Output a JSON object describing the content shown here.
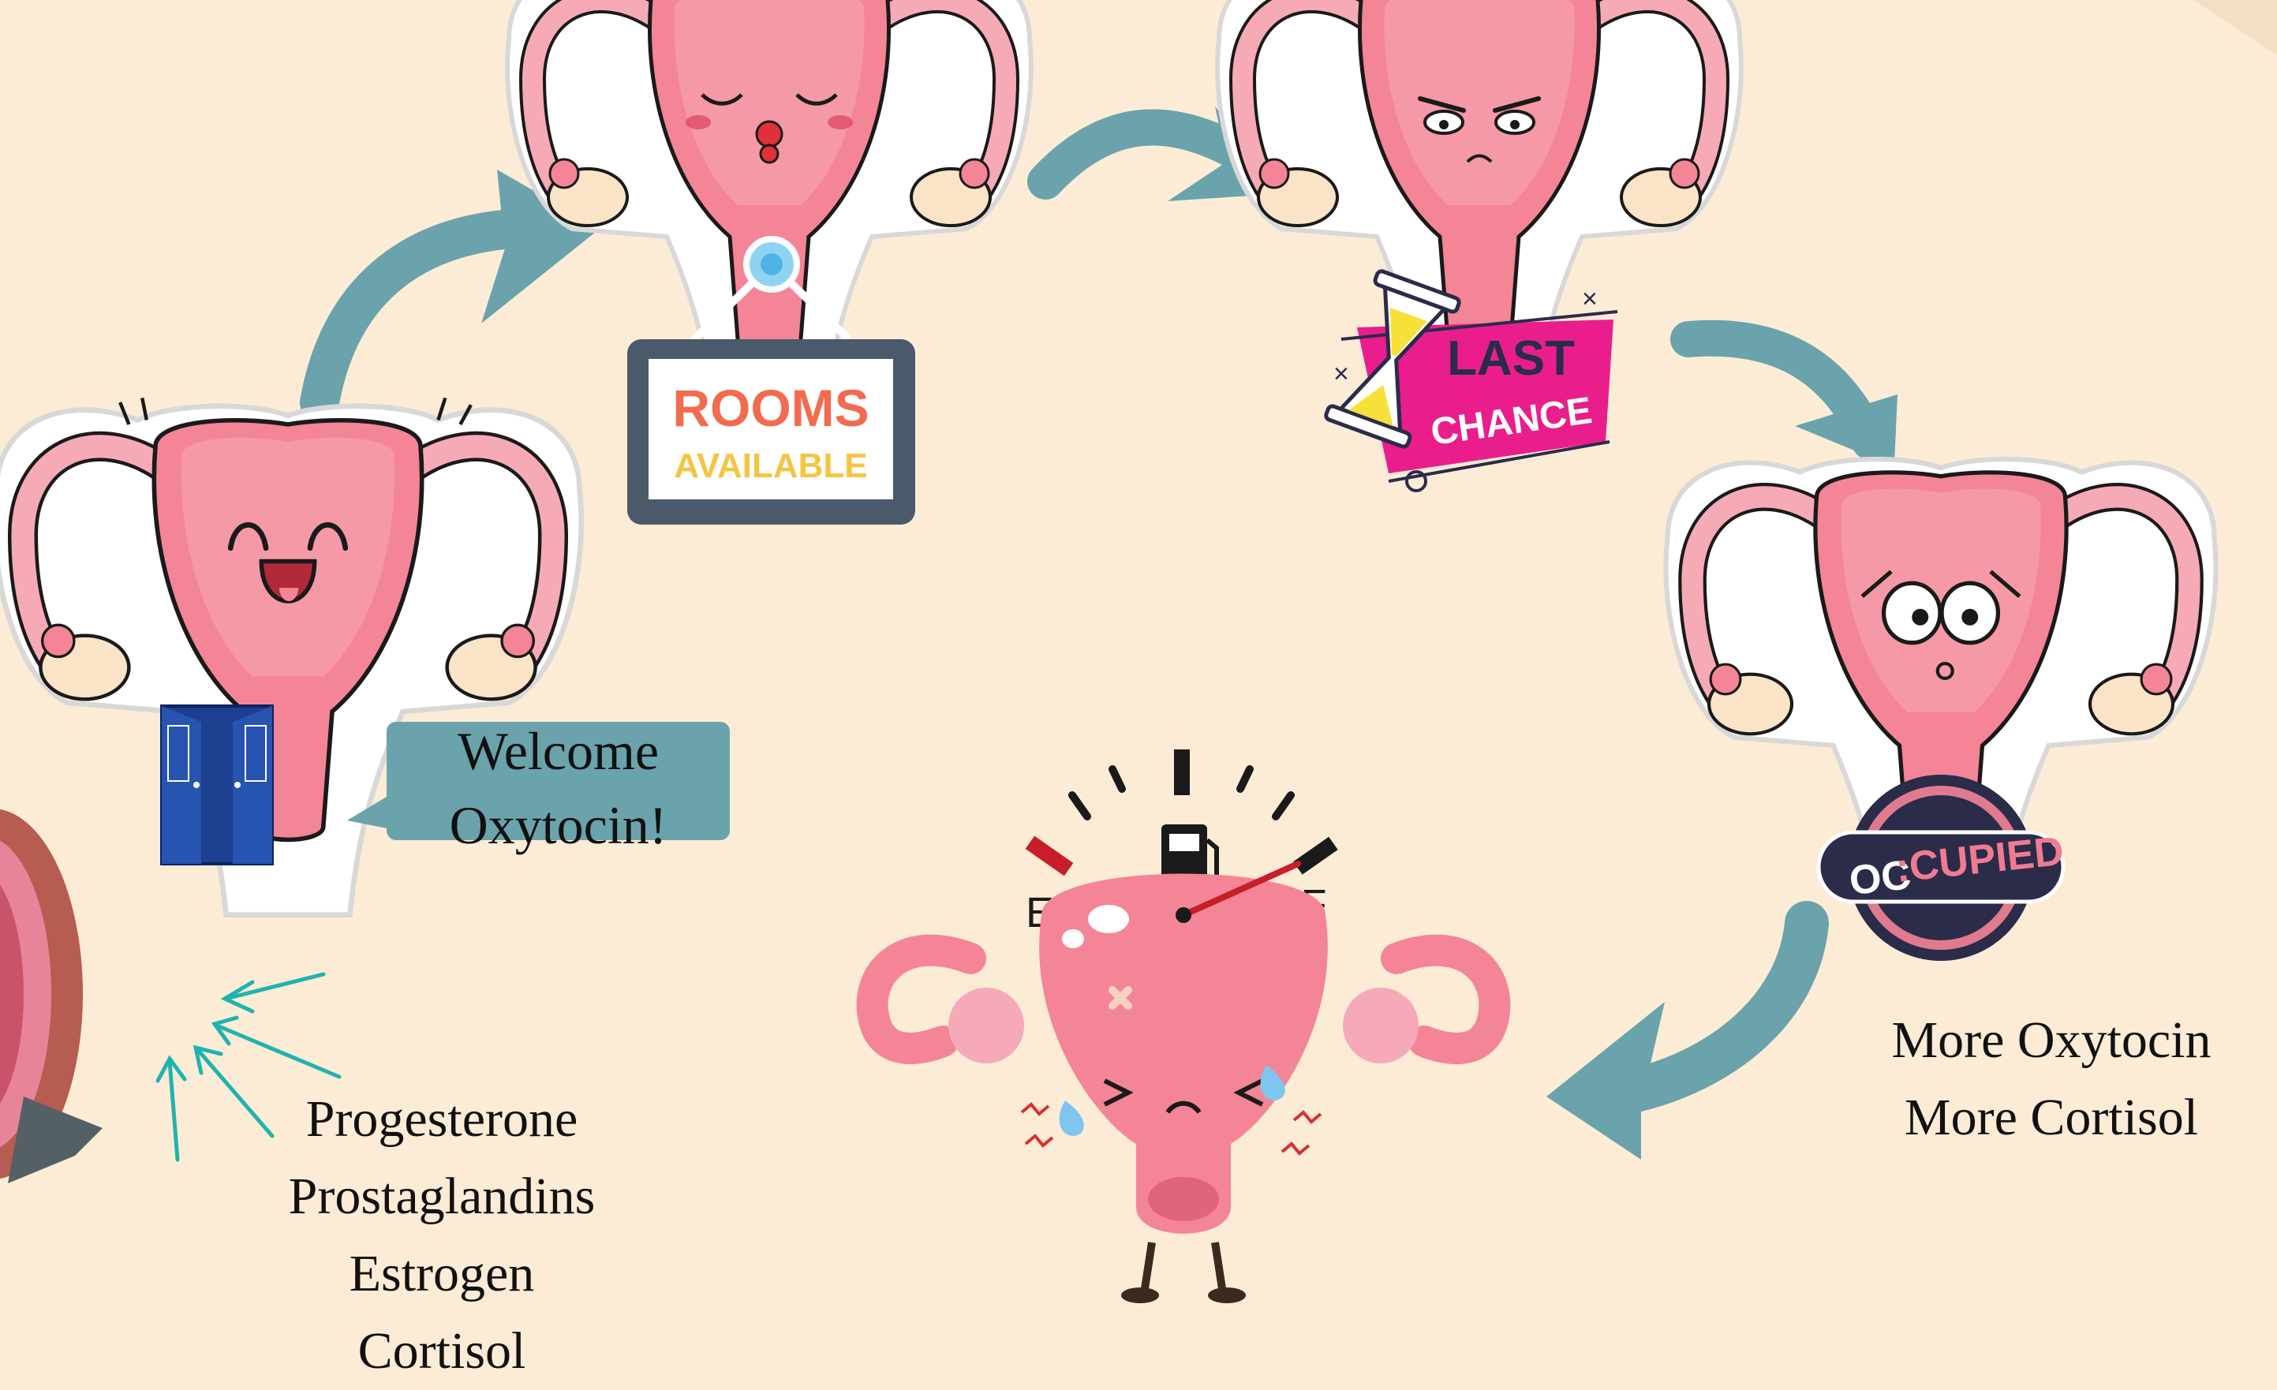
{
  "stages": {
    "welcome": {
      "caption": [
        "Welcome",
        "Oxytocin!"
      ]
    },
    "rooms_sign": {
      "line1": "ROOMS",
      "line2": "AVAILABLE"
    },
    "last_chance": {
      "line1": "LAST",
      "line2": "CHANCE"
    },
    "occupied": {
      "part1": "OC",
      "part2": ":CUPIED"
    },
    "gauge": {
      "empty_label": "E",
      "full_label": "F"
    }
  },
  "hormone_list": [
    "Progesterone",
    "Prostaglandins",
    "Estrogen",
    "Cortisol"
  ],
  "more_list": [
    "More Oxytocin",
    "More Cortisol"
  ],
  "colors": {
    "background": "#fdecd5",
    "uterus_pink": "#f48596",
    "uterus_light": "#f6aab5",
    "arrow_teal": "#6aa3ab",
    "sign_border": "#4a5a6a",
    "rooms_orange": "#f26b4f",
    "available_yellow": "#f5c443",
    "last_chance_magenta": "#e91e8c",
    "door_blue": "#1c3f8f"
  },
  "icons": [
    "uterus-icon",
    "door-icon",
    "hourglass-icon",
    "fuel-pump-icon",
    "tear-icon"
  ]
}
